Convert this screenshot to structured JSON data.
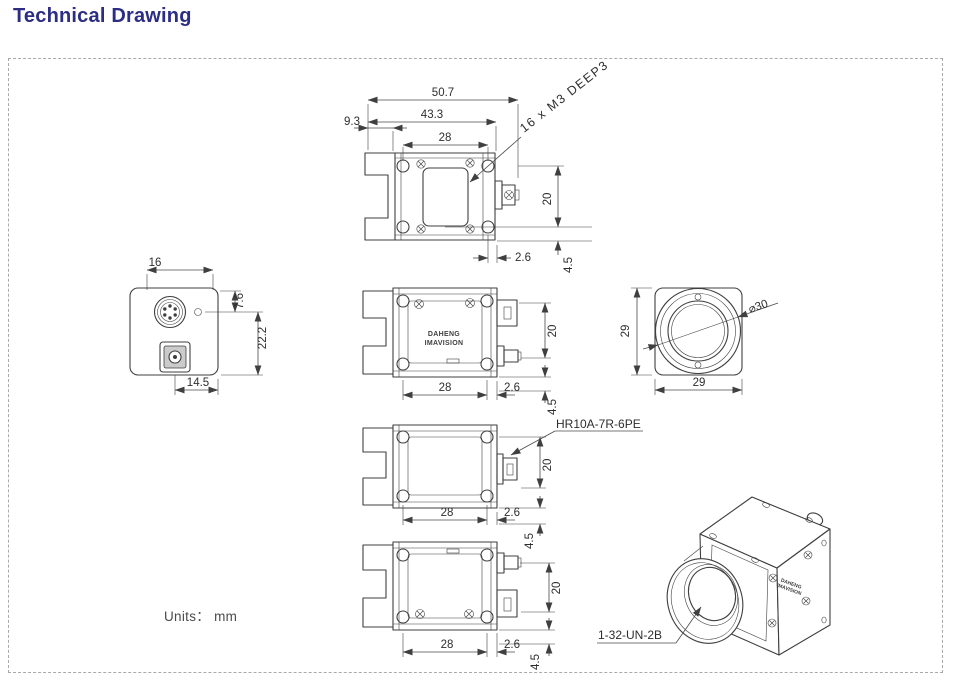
{
  "page": {
    "title": "Technical Drawing",
    "units": "Units：  mm"
  },
  "brand": {
    "line1": "DAHENG",
    "line2": "IMAVISION"
  },
  "top_view": {
    "dim_overall_width": "50.7",
    "dim_body_width": "43.3",
    "dim_screw_span": "28",
    "dim_left_offset": "9.3",
    "note_screws": "16 x  M3 DEEP3",
    "dim_connector_height": "20",
    "dim_edge_offset": "2.6",
    "dim_bottom_offset": "4.5"
  },
  "back_view": {
    "dim_connector_x": "16",
    "dim_hole_offset": "7.6",
    "dim_connector_spacing": "22.2",
    "dim_connector_bottom": "14.5"
  },
  "side_view_1": {
    "dim_screw_span": "28",
    "dim_edge_offset": "2.6",
    "dim_connector_height": "20",
    "dim_bottom_offset": "4.5"
  },
  "front_view": {
    "dim_height": "29",
    "dim_width": "29",
    "dim_lens_diameter": "⌀30"
  },
  "side_view_2": {
    "note_connector": "HR10A-7R-6PE",
    "dim_screw_span": "28",
    "dim_edge_offset": "2.6",
    "dim_connector_height": "20",
    "dim_bottom_offset": "4.5"
  },
  "side_view_3": {
    "dim_screw_span": "28",
    "dim_edge_offset": "2.6",
    "dim_connector_height": "20",
    "dim_bottom_offset": "4.5"
  },
  "iso_view": {
    "note_thread": "1-32-UN-2B"
  },
  "colors": {
    "title": "#2b2e84",
    "line": "#3f3f3f",
    "dim": "#4a4a4a",
    "border": "#aaaaaa",
    "background": "#ffffff"
  }
}
